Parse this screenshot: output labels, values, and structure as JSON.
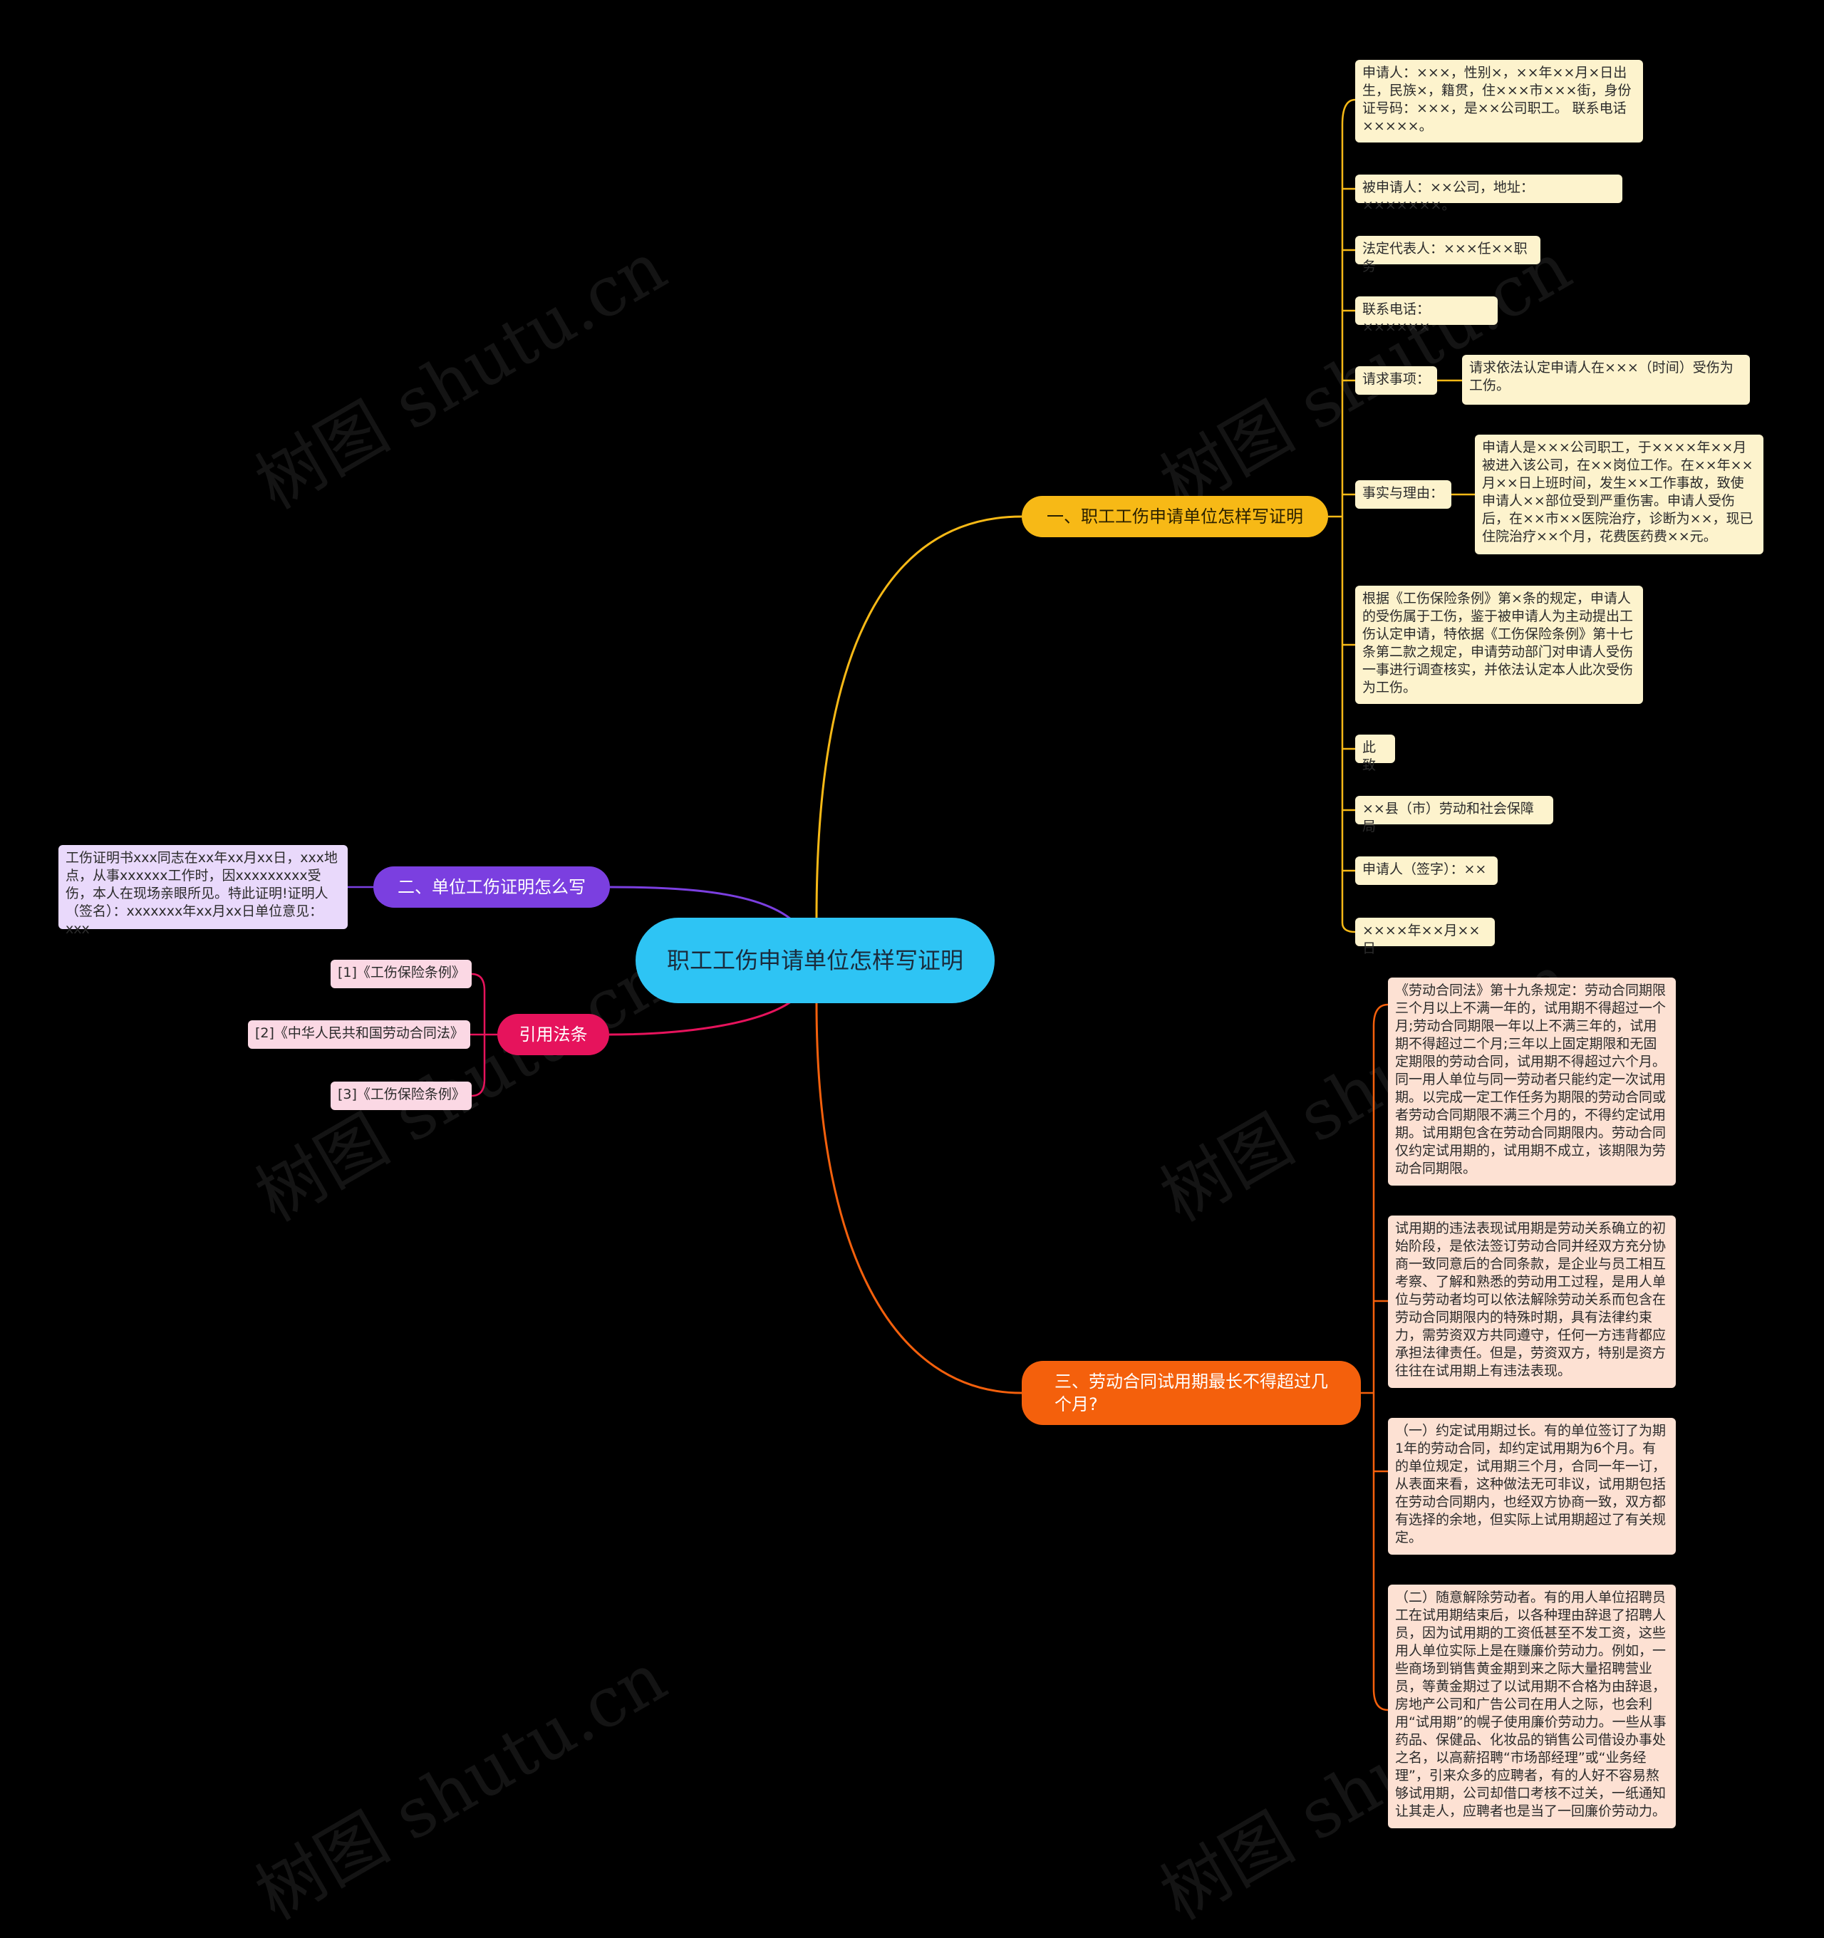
{
  "watermark": "树图 shutu.cn",
  "colors": {
    "background": "#000000",
    "root": "#2ec4f4",
    "branch1": "#f7b916",
    "branch2": "#7b3fe0",
    "branch3": "#e6135c",
    "branch4": "#f4600c"
  },
  "root": {
    "title": "职工工伤申请单位怎样写证明"
  },
  "branch1": {
    "title": "一、职工工伤申请单位怎样写证明",
    "items": [
      "申请人：×××，性别×，××年××月×日出生，民族×，籍贯，住×××市×××街，身份证号码：×××，是××公司职工。 联系电话×××××。",
      "被申请人：××公司，地址：×××××××。",
      "法定代表人：×××任××职务",
      "联系电话：××××××",
      "请求事项：",
      "事实与理由：",
      "根据《工伤保险条例》第×条的规定，申请人的受伤属于工伤，鉴于被申请人为主动提出工伤认定申请，特依据《工伤保险条例》第十七条第二款之规定，申请劳动部门对申请人受伤一事进行调查核实，并依法认定本人此次受伤为工伤。",
      "此致",
      "××县（市）劳动和社会保障局",
      "申请人（签字）：××",
      "××××年××月×× 日"
    ],
    "request_detail": "请求依法认定申请人在×××（时间）受伤为工伤。",
    "facts_detail": "申请人是×××公司职工，于××××年××月被进入该公司，在××岗位工作。在××年××月××日上班时间，发生××工作事故，致使申请人××部位受到严重伤害。申请人受伤后，在××市××医院治疗，诊断为××，现已住院治疗××个月，花费医药费××元。"
  },
  "branch2": {
    "title": "二、单位工伤证明怎么写",
    "detail": "工伤证明书xxx同志在xx年xx月xx日，xxx地点，从事xxxxxx工作时，因xxxxxxxxx受伤，本人在现场亲眼所见。特此证明!证明人（签名）：xxxxxxx年xx月xx日单位意见：xxx"
  },
  "branch3": {
    "title": "引用法条",
    "items": [
      "[1]《工伤保险条例》",
      "[2]《中华人民共和国劳动合同法》",
      "[3]《工伤保险条例》"
    ]
  },
  "branch4": {
    "title": "三、劳动合同试用期最长不得超过几个月?",
    "items": [
      "《劳动合同法》第十九条规定：劳动合同期限三个月以上不满一年的，试用期不得超过一个月;劳动合同期限一年以上不满三年的，试用期不得超过二个月;三年以上固定期限和无固定期限的劳动合同，试用期不得超过六个月。同一用人单位与同一劳动者只能约定一次试用期。以完成一定工作任务为期限的劳动合同或者劳动合同期限不满三个月的，不得约定试用期。试用期包含在劳动合同期限内。劳动合同仅约定试用期的，试用期不成立，该期限为劳动合同期限。",
      "试用期的违法表现试用期是劳动关系确立的初始阶段，是依法签订劳动合同并经双方充分协商一致同意后的合同条款，是企业与员工相互考察、了解和熟悉的劳动用工过程，是用人单位与劳动者均可以依法解除劳动关系而包含在劳动合同期限内的特殊时期，具有法律约束力，需劳资双方共同遵守，任何一方违背都应承担法律责任。但是，劳资双方，特别是资方往往在试用期上有违法表现。",
      "（一）约定试用期过长。有的单位签订了为期1年的劳动合同，却约定试用期为6个月。有的单位规定，试用期三个月，合同一年一订，从表面来看，这种做法无可非议，试用期包括在劳动合同期内，也经双方协商一致，双方都有选择的余地，但实际上试用期超过了有关规定。",
      "（二）随意解除劳动者。有的用人单位招聘员工在试用期结束后，以各种理由辞退了招聘人员，因为试用期的工资低甚至不发工资，这些用人单位实际上是在赚廉价劳动力。例如，一些商场到销售黄金期到来之际大量招聘营业员，等黄金期过了以试用期不合格为由辞退，房地产公司和广告公司在用人之际，也会利用“试用期”的幌子使用廉价劳动力。一些从事药品、保健品、化妆品的销售公司借设办事处之名，以高薪招聘“市场部经理”或“业务经理”，引来众多的应聘者，有的人好不容易熬够试用期，公司却借口考核不过关，一纸通知让其走人，应聘者也是当了一回廉价劳动力。"
    ]
  }
}
